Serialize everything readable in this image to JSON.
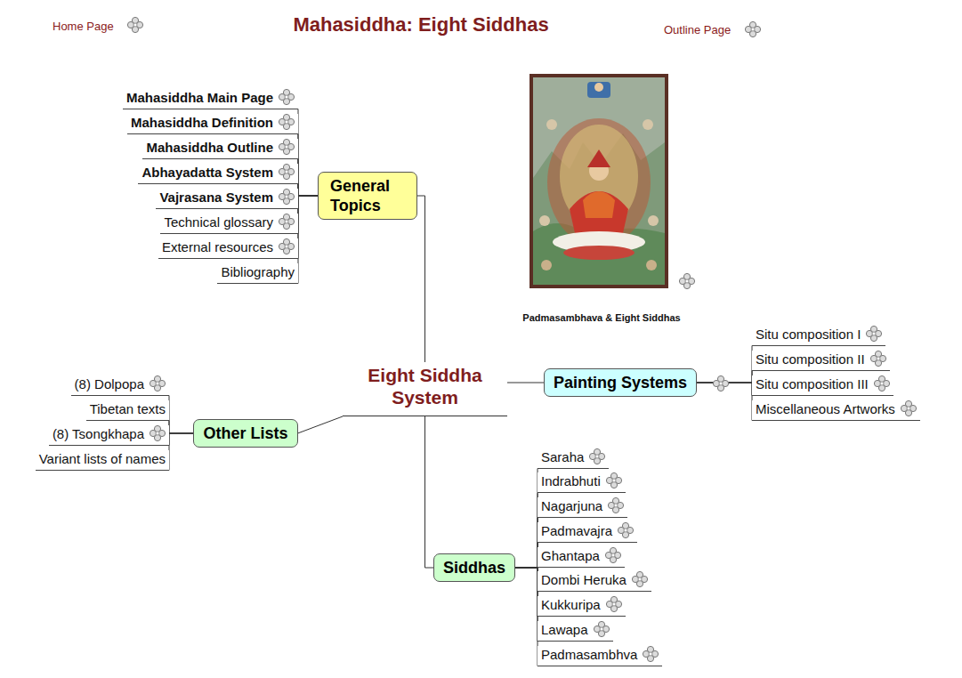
{
  "diagram": {
    "title": "Mahasiddha: Eight Siddhas",
    "nodes": [
      {
        "text": [
          "Eight Siddha System"
        ]
      },
      {
        "text": [
          "General Topics"
        ]
      },
      {
        "text": [
          "Mahasiddha Main Page"
        ]
      },
      {
        "text": [
          "Mahasiddha Definition"
        ]
      },
      {
        "text": [
          "Mahasiddha Outline"
        ]
      },
      {
        "text": [
          "Abhayadatta System"
        ]
      },
      {
        "text": [
          "Vajrasana System"
        ]
      },
      {
        "text": [
          "Technical glossary"
        ]
      },
      {
        "text": [
          "External resources"
        ]
      },
      {
        "text": [
          "Bibliography"
        ]
      },
      {
        "text": [
          "Painting Systems"
        ]
      },
      {
        "text": [
          "Situ composition I"
        ]
      },
      {
        "text": [
          "Situ composition II"
        ]
      },
      {
        "text": [
          "Situ composition III"
        ]
      },
      {
        "text": [
          "Miscellaneous Artworks"
        ]
      },
      {
        "text": [
          "Other Lists"
        ]
      },
      {
        "text": [
          "(8) Dolpopa"
        ]
      },
      {
        "text": [
          "Tibetan texts"
        ]
      },
      {
        "text": [
          "(8) Tsongkhapa"
        ]
      },
      {
        "text": [
          "Variant lists of names"
        ]
      },
      {
        "text": [
          "Siddhas"
        ]
      },
      {
        "text": [
          "Saraha"
        ]
      },
      {
        "text": [
          "Indrabhuti"
        ]
      },
      {
        "text": [
          "Nagarjuna"
        ]
      },
      {
        "text": [
          "Padmavajra"
        ]
      },
      {
        "text": [
          "Ghantapa"
        ]
      },
      {
        "text": [
          "Dombi Heruka"
        ]
      },
      {
        "text": [
          "Kukkuripa"
        ]
      },
      {
        "text": [
          "Lawapa"
        ]
      },
      {
        "text": [
          "Padmasambhva"
        ]
      }
    ],
    "edges": [
      {
        "from": 0,
        "to": 1,
        "arrow": "none"
      },
      {
        "from": 0,
        "to": 10,
        "arrow": "none"
      },
      {
        "from": 0,
        "to": 15,
        "arrow": "none"
      },
      {
        "from": 0,
        "to": 20,
        "arrow": "none"
      },
      {
        "from": 1,
        "to": 2,
        "arrow": "none"
      },
      {
        "from": 1,
        "to": 3,
        "arrow": "none"
      },
      {
        "from": 1,
        "to": 4,
        "arrow": "none"
      },
      {
        "from": 1,
        "to": 5,
        "arrow": "none"
      },
      {
        "from": 1,
        "to": 6,
        "arrow": "none"
      },
      {
        "from": 1,
        "to": 7,
        "arrow": "none"
      },
      {
        "from": 1,
        "to": 8,
        "arrow": "none"
      },
      {
        "from": 1,
        "to": 9,
        "arrow": "none"
      },
      {
        "from": 10,
        "to": 11,
        "arrow": "none"
      },
      {
        "from": 10,
        "to": 12,
        "arrow": "none"
      },
      {
        "from": 10,
        "to": 13,
        "arrow": "none"
      },
      {
        "from": 10,
        "to": 14,
        "arrow": "none"
      },
      {
        "from": 15,
        "to": 16,
        "arrow": "none"
      },
      {
        "from": 15,
        "to": 17,
        "arrow": "none"
      },
      {
        "from": 15,
        "to": 18,
        "arrow": "none"
      },
      {
        "from": 15,
        "to": 19,
        "arrow": "none"
      },
      {
        "from": 20,
        "to": 21,
        "arrow": "none"
      },
      {
        "from": 20,
        "to": 22,
        "arrow": "none"
      },
      {
        "from": 20,
        "to": 23,
        "arrow": "none"
      },
      {
        "from": 20,
        "to": 24,
        "arrow": "none"
      },
      {
        "from": 20,
        "to": 25,
        "arrow": "none"
      },
      {
        "from": 20,
        "to": 26,
        "arrow": "none"
      },
      {
        "from": 20,
        "to": 27,
        "arrow": "none"
      },
      {
        "from": 20,
        "to": 28,
        "arrow": "none"
      },
      {
        "from": 20,
        "to": 29,
        "arrow": "none"
      }
    ],
    "labels": [
      "Home Page",
      "Outline Page",
      "Padmasambhava & Eight Siddhas"
    ]
  }
}
